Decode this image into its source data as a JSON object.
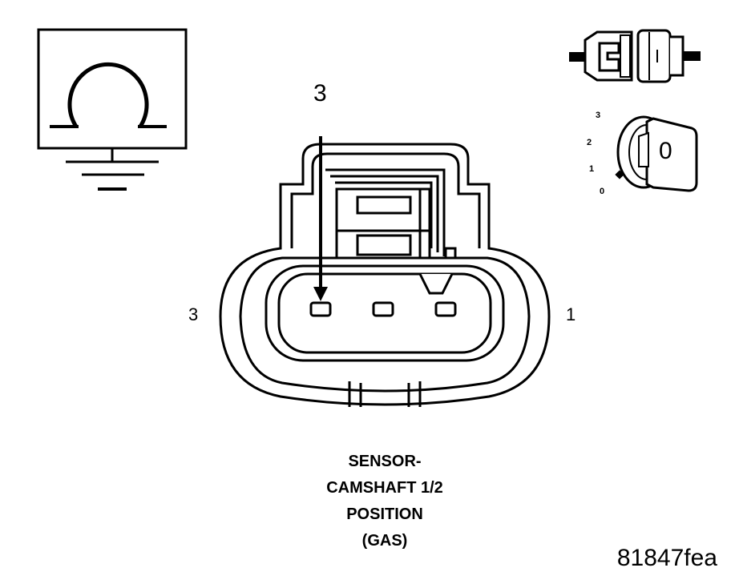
{
  "connector": {
    "pin_left_label": "3",
    "pin_right_label": "1",
    "arrow_pin_label": "3"
  },
  "caption": {
    "line1": "SENSOR-",
    "line2": "CAMSHAFT 1/2",
    "line3": "POSITION",
    "line4": "(GAS)"
  },
  "figure_code": "81847fea",
  "ignition": {
    "positions": [
      "3",
      "2",
      "1",
      "0"
    ],
    "key_symbol": "0"
  },
  "icons": {
    "ohmmeter": "ohmmeter-ground-icon",
    "connector_disconnect": "connector-disconnected-icon",
    "ignition": "ignition-key-off-icon"
  }
}
